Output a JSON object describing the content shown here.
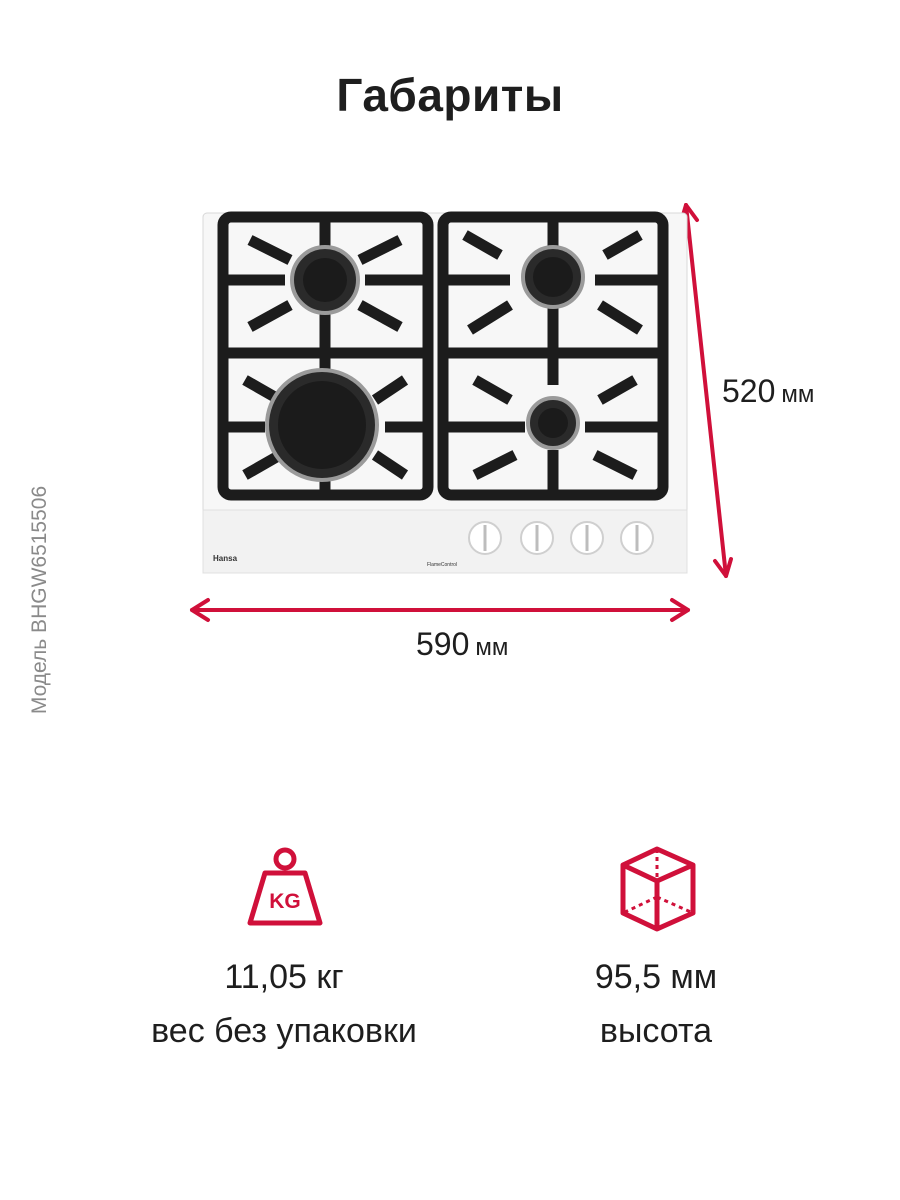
{
  "title": "Габариты",
  "model_label": "Модель BHGW6515506",
  "dimensions": {
    "width_value": "590",
    "height_value": "520",
    "unit": "мм"
  },
  "hob": {
    "brand": "Hansa",
    "feature": "FlameControl"
  },
  "specs": {
    "weight_value": "11,05 кг",
    "weight_label": "вес без упаковки",
    "height_value": "95,5 мм",
    "height_label": "высота"
  },
  "colors": {
    "accent": "#d0103a",
    "text": "#1e1e1e",
    "muted": "#8a8a8a",
    "grate": "#1c1c1c"
  },
  "icons": [
    "kg-weight-icon",
    "box-dimensions-icon"
  ]
}
